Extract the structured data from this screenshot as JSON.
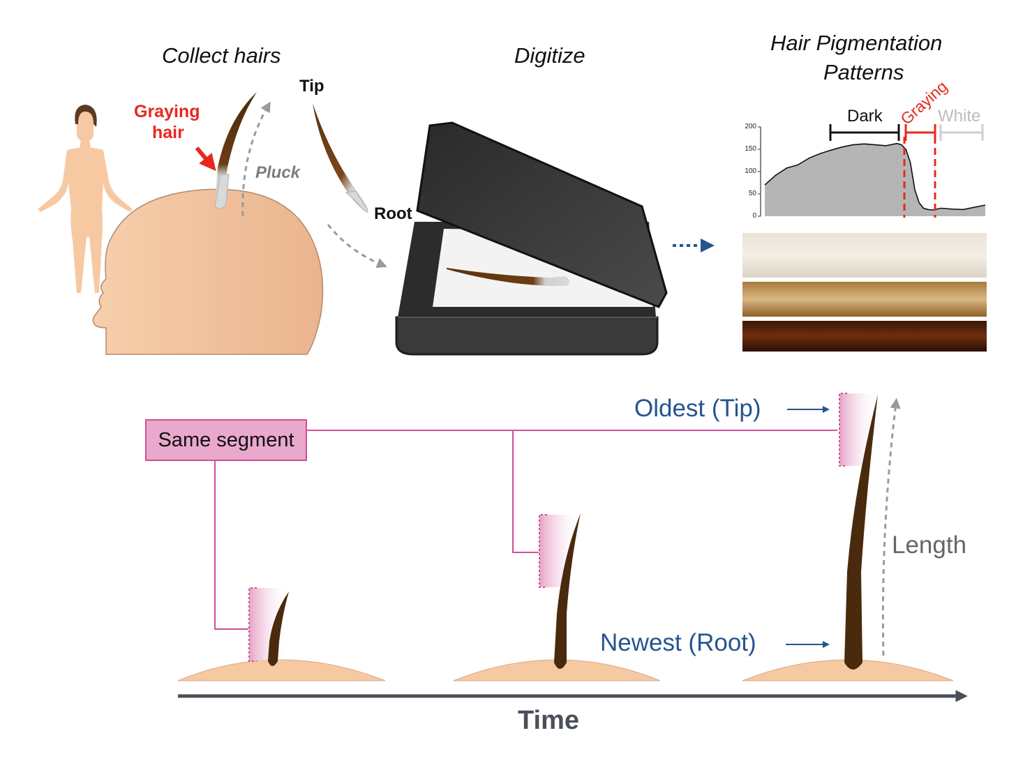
{
  "steps": {
    "collect": "Collect hairs",
    "digitize": "Digitize",
    "patterns_line1": "Hair Pigmentation",
    "patterns_line2": "Patterns"
  },
  "collect": {
    "graying_line1": "Graying",
    "graying_line2": "hair",
    "pluck": "Pluck",
    "tip": "Tip",
    "root": "Root"
  },
  "profile": {
    "dark": "Dark",
    "graying": "Graying",
    "white": "White",
    "yticks": [
      "200",
      "150",
      "100",
      "50",
      "0"
    ]
  },
  "timeline": {
    "same_segment": "Same segment",
    "oldest": "Oldest (Tip)",
    "newest": "Newest (Root)",
    "length": "Length",
    "time": "Time"
  },
  "colors": {
    "graying_red": "#e8281f",
    "label_blue": "#24558f",
    "segment_pink": "#cf4f96",
    "hair_brown": "#4a2a0c",
    "skin": "#f6c9a3"
  },
  "chart_data": {
    "type": "area",
    "ylim": [
      0,
      200
    ],
    "yticks": [
      0,
      50,
      100,
      150,
      200
    ],
    "x": [
      0,
      0.05,
      0.1,
      0.15,
      0.2,
      0.25,
      0.3,
      0.35,
      0.4,
      0.45,
      0.5,
      0.55,
      0.6,
      0.62,
      0.64,
      0.66,
      0.68,
      0.7,
      0.72,
      0.74,
      0.76,
      0.8,
      0.85,
      0.9,
      0.95,
      1.0
    ],
    "values": [
      70,
      92,
      108,
      115,
      130,
      140,
      148,
      155,
      160,
      162,
      160,
      158,
      163,
      160,
      150,
      120,
      60,
      30,
      18,
      15,
      14,
      18,
      16,
      15,
      20,
      25
    ]
  }
}
